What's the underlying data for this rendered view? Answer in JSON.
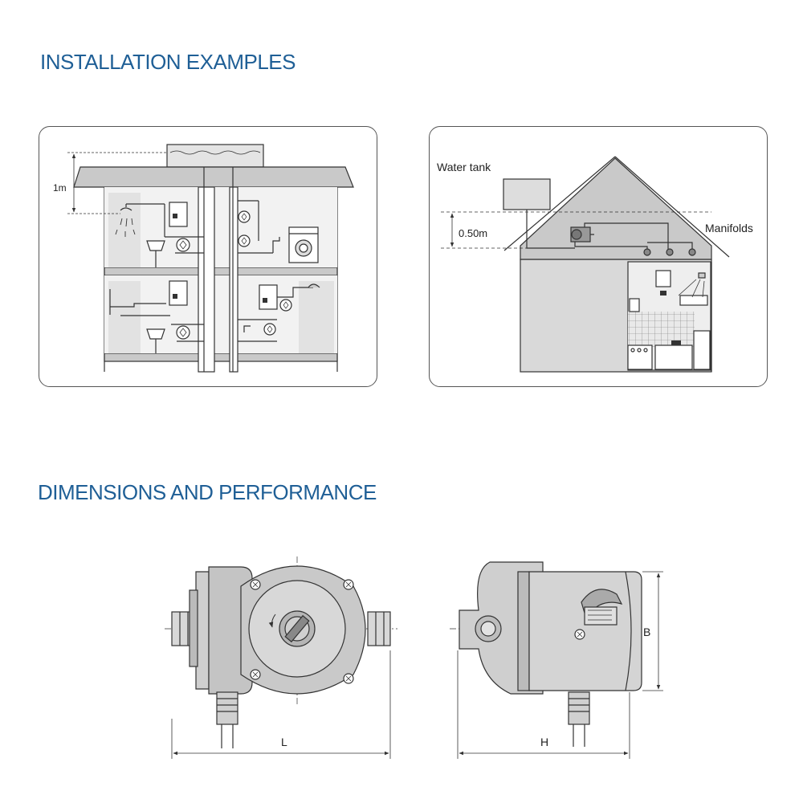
{
  "headings": {
    "installation": "INSTALLATION EXAMPLES",
    "dimensions": "DIMENSIONS AND PERFORMANCE"
  },
  "example1": {
    "height_label": "1m"
  },
  "example2": {
    "water_tank_label": "Water tank",
    "height_label": "0.50m",
    "manifolds_label": "Manifolds"
  },
  "dimensions": {
    "length_label": "L",
    "height_label": "H",
    "width_label": "B"
  },
  "colors": {
    "heading": "#1f5f96",
    "line": "#333333",
    "fill_gray": "#c8c8c8",
    "fill_light": "#e6e6e6"
  }
}
